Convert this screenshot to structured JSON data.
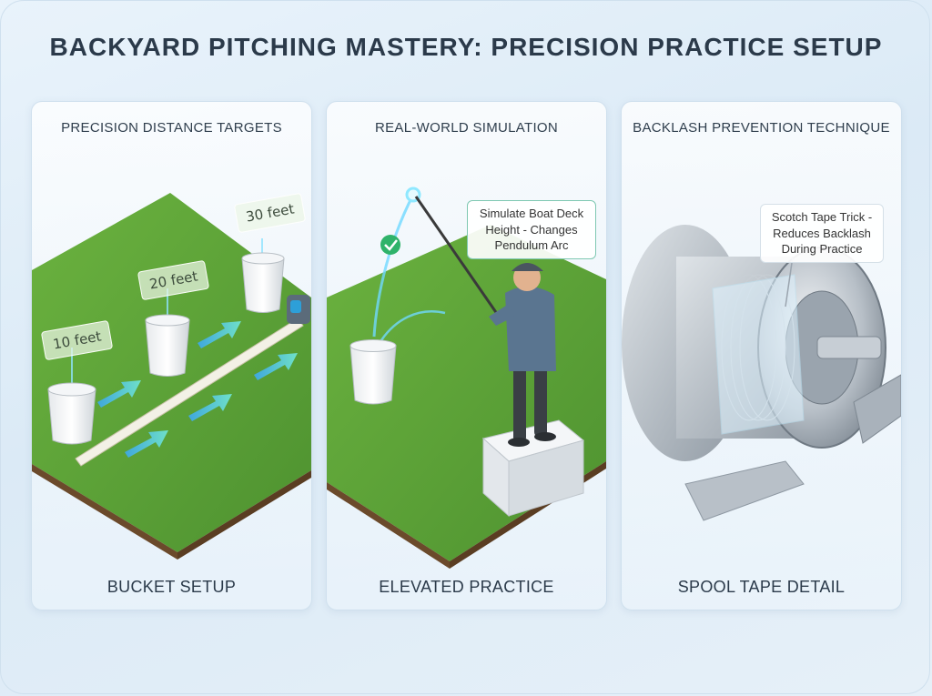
{
  "title": "BACKYARD PITCHING MASTERY: PRECISION PRACTICE SETUP",
  "panels": [
    {
      "heading": "PRECISION DISTANCE TARGETS",
      "footer": "BUCKET SETUP",
      "distance_labels": [
        "10 feet",
        "20 feet",
        "30 feet"
      ]
    },
    {
      "heading": "REAL-WORLD SIMULATION",
      "footer": "ELEVATED PRACTICE",
      "callout": "Simulate Boat Deck Height - Changes Pendulum Arc"
    },
    {
      "heading": "BACKLASH PREVENTION TECHNIQUE",
      "footer": "SPOOL TAPE DETAIL",
      "callout": "Scotch Tape Trick - Reduces Backlash During Practice"
    }
  ],
  "colors": {
    "grass": "#5b9e35",
    "grass_dark": "#3f7a24",
    "soil": "#6b4a2b",
    "accent_arrow": "#4fb3e0",
    "check": "#2fb36a",
    "metal": "#b8c0c8"
  },
  "icons": [
    "arrow-icon",
    "checkmark-icon",
    "tape-measure-icon"
  ]
}
